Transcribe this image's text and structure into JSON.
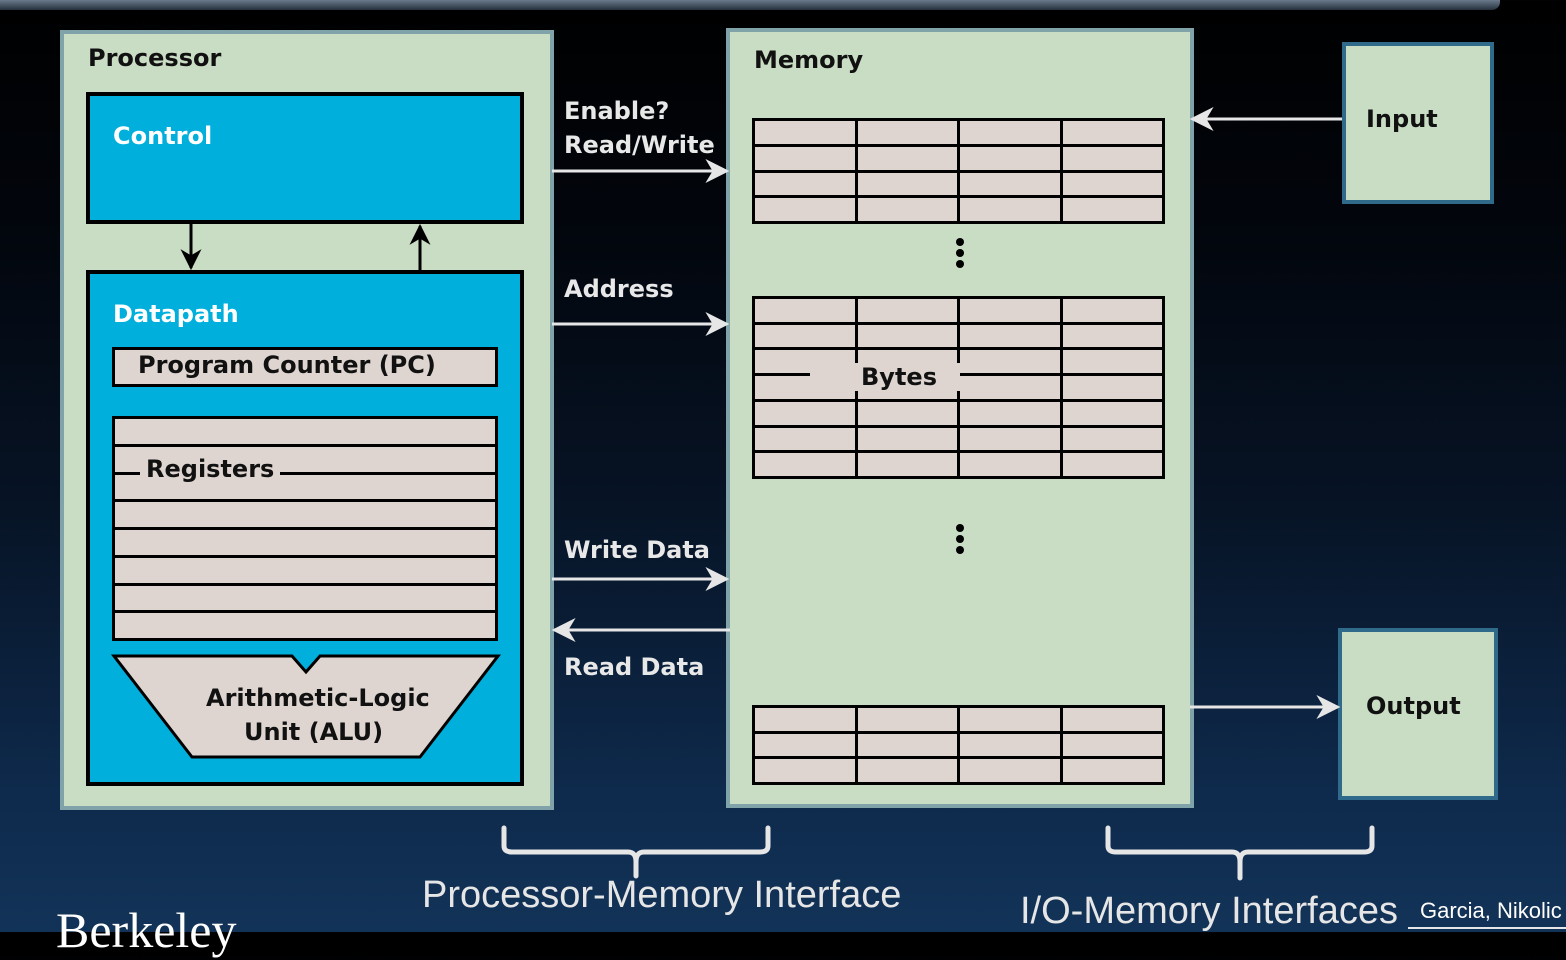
{
  "processor": {
    "title": "Processor",
    "control": "Control",
    "datapath": "Datapath",
    "pc": "Program Counter (PC)",
    "registers": "Registers",
    "alu_line1": "Arithmetic-Logic",
    "alu_line2": "Unit (ALU)"
  },
  "memory": {
    "title": "Memory",
    "bytes": "Bytes"
  },
  "signals": {
    "enable": "Enable?",
    "read_write": "Read/Write",
    "address": "Address",
    "write_data": "Write Data",
    "read_data": "Read Data"
  },
  "io": {
    "input": "Input",
    "output": "Output"
  },
  "interfaces": {
    "processor_memory": "Processor-Memory Interface",
    "io_memory": "I/O-Memory Interfaces"
  },
  "footer": {
    "authors": "Garcia, Nikolic",
    "berkeley": "Berkeley"
  },
  "colors": {
    "panel_fill": "#c9ddc4",
    "panel_border": "#7fa3a8",
    "blue": "#00afdc",
    "cell": "#ded5d0"
  }
}
